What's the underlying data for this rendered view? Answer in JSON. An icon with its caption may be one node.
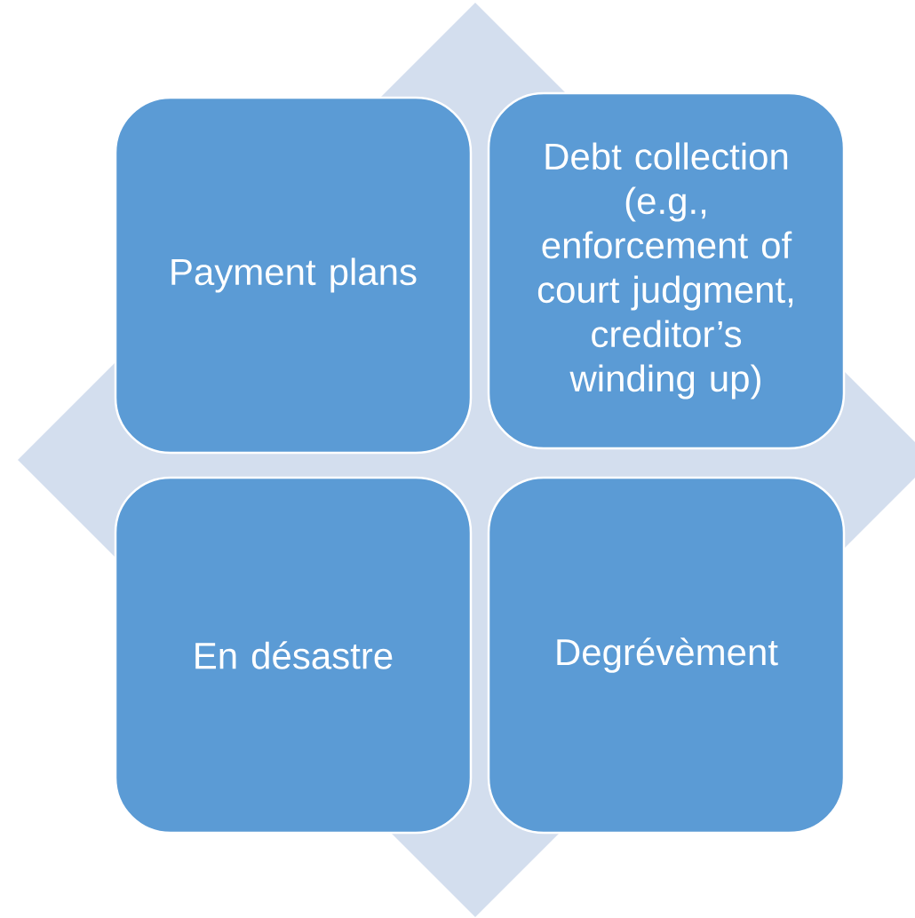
{
  "diagram": {
    "nodes": [
      {
        "text": [
          "Payment plans"
        ]
      },
      {
        "text": [
          "Debt collection (e.g., enforcement of court judgment, creditor’s winding up)"
        ]
      },
      {
        "text": [
          "En désastre"
        ]
      },
      {
        "text": [
          "Degrévèment"
        ]
      }
    ]
  }
}
